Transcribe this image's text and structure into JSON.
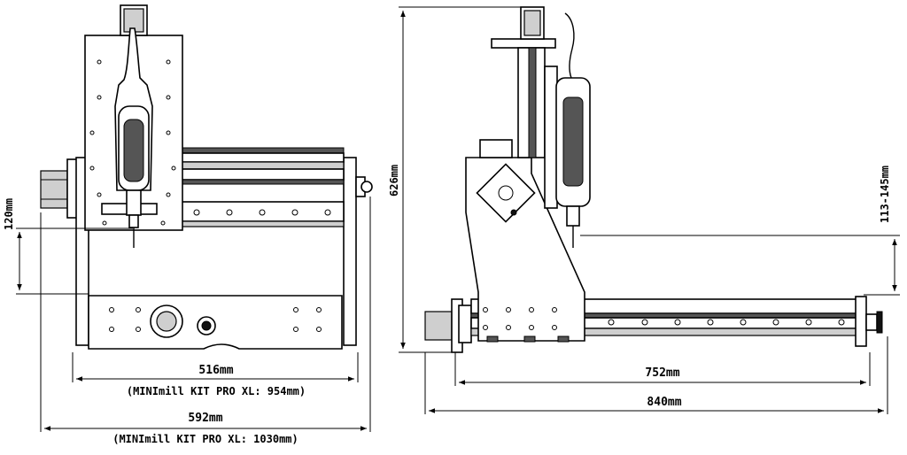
{
  "dimensions": {
    "front_height": "120mm",
    "front_inner_width": "516mm",
    "front_inner_width_note": "(MINImill KIT PRO XL: 954mm)",
    "front_outer_width": "592mm",
    "front_outer_width_note": "(MINImill KIT PRO XL: 1030mm)",
    "side_total_height": "626mm",
    "side_clearance": "113-145mm",
    "side_rail_length": "752mm",
    "side_total_length": "840mm"
  },
  "colors": {
    "line": "#000000",
    "fill": "#ffffff",
    "shade": "#cfcfcf"
  }
}
